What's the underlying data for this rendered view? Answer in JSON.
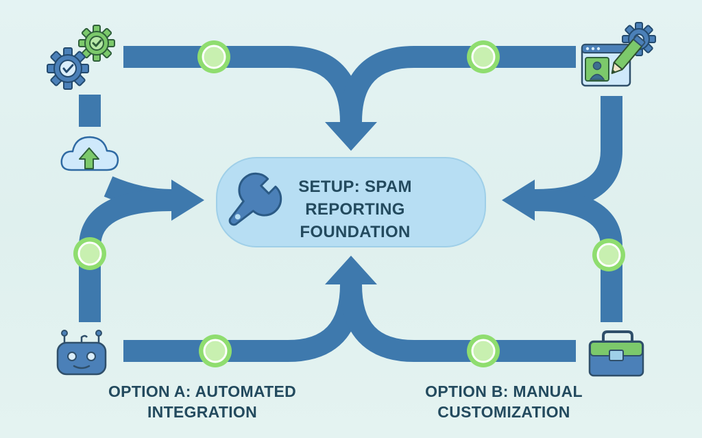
{
  "colors": {
    "background": "#e2f2f1",
    "flow_arrow": "#3e79ad",
    "center_box": "#b7def3",
    "center_box_border": "#9fcfe8",
    "node_ring": "#8fdd6f",
    "node_fill": "#c8f0b0",
    "text": "#234a5e",
    "icon_blue": "#4b80b8",
    "icon_green": "#7cc96b"
  },
  "center": {
    "icon": "wrench-icon",
    "title_lines": [
      "SETUP: SPAM",
      "REPORTING",
      "FOUNDATION"
    ]
  },
  "options": [
    {
      "id": "a",
      "lines": [
        "OPTION A: AUTOMATED",
        "INTEGRATION"
      ]
    },
    {
      "id": "b",
      "lines": [
        "OPTION B: MANUAL",
        "CUSTOMIZATION"
      ]
    }
  ],
  "icons": {
    "top_left": "gears-checkmark-icon",
    "mid_left": "cloud-upload-icon",
    "bottom_left": "robot-icon",
    "top_right": "browser-pencil-gear-icon",
    "bottom_right": "briefcase-icon"
  },
  "flow_nodes": [
    "node-top-left",
    "node-top-right",
    "node-left",
    "node-right",
    "node-bottom-left",
    "node-bottom-right"
  ]
}
